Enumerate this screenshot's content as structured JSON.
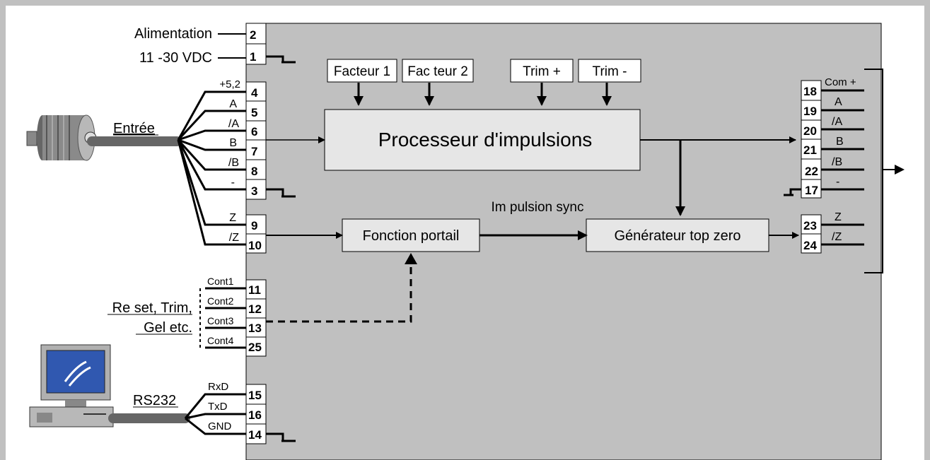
{
  "power": {
    "label1": "Alimentation",
    "label2": "11 -30 VDC",
    "t_plus": "2",
    "t_minus": "1"
  },
  "encoder": {
    "label": "Entrée",
    "wires": [
      "+5,2",
      "A",
      "/A",
      "B",
      "/B",
      "-",
      "Z",
      "/Z"
    ],
    "terms": [
      "4",
      "5",
      "6",
      "7",
      "8",
      "3",
      "9",
      "10"
    ]
  },
  "blocks": {
    "factor1": "Facteur 1",
    "factor2": "Fac teur 2",
    "trim_plus": "Trim +",
    "trim_minus": "Trim -",
    "processor": "Processeur d'impulsions",
    "gate": "Fonction portail",
    "zero": "Générateur top zero",
    "sync": "Im pulsion sync"
  },
  "control": {
    "label1": "Re set, Trim,",
    "label2": "Gel etc.",
    "wires": [
      "Cont1",
      "Cont2",
      "Cont3",
      "Cont4"
    ],
    "terms": [
      "11",
      "12",
      "13",
      "25"
    ]
  },
  "serial": {
    "label": "RS232",
    "wires": [
      "RxD",
      "TxD",
      "GND"
    ],
    "terms": [
      "15",
      "16",
      "14"
    ]
  },
  "outputs": {
    "wires": [
      "Com +",
      "A",
      "/A",
      "B",
      "/B",
      "-",
      "Z",
      "/Z"
    ],
    "terms": [
      "18",
      "19",
      "20",
      "21",
      "22",
      "17",
      "23",
      "24"
    ]
  }
}
